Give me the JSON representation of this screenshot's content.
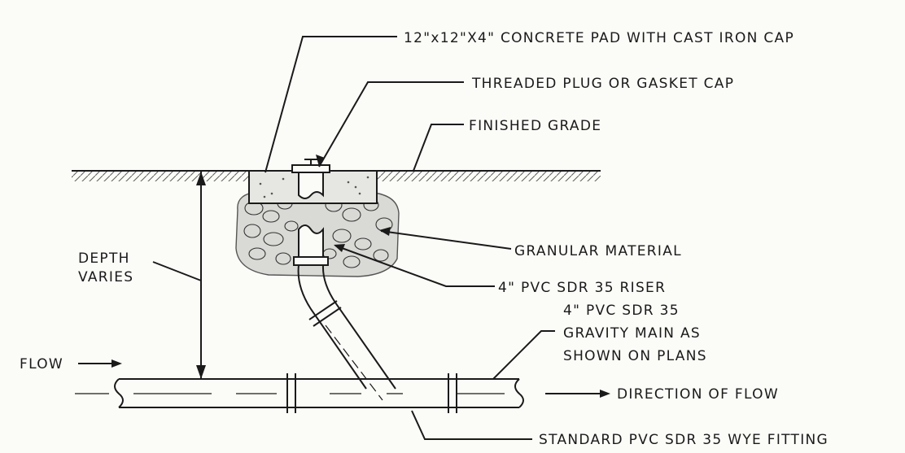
{
  "labels": {
    "concrete_pad": "12\"x12\"X4\" CONCRETE PAD WITH CAST IRON CAP",
    "plug": "THREADED PLUG OR GASKET CAP",
    "grade": "FINISHED GRADE",
    "granular": "GRANULAR MATERIAL",
    "riser": "4\" PVC SDR 35 RISER",
    "main_1": "4\" PVC SDR 35",
    "main_2": "GRAVITY MAIN AS",
    "main_3": "SHOWN ON PLANS",
    "depth_1": "DEPTH",
    "depth_2": "VARIES",
    "flow": "FLOW",
    "direction": "DIRECTION OF FLOW",
    "wye": "STANDARD PVC SDR 35 WYE FITTING"
  },
  "colors": {
    "line": "#1a1a1a",
    "paper": "#fbfbf8",
    "gravel": "#d9d9d6",
    "concrete": "#e6e6e2"
  }
}
